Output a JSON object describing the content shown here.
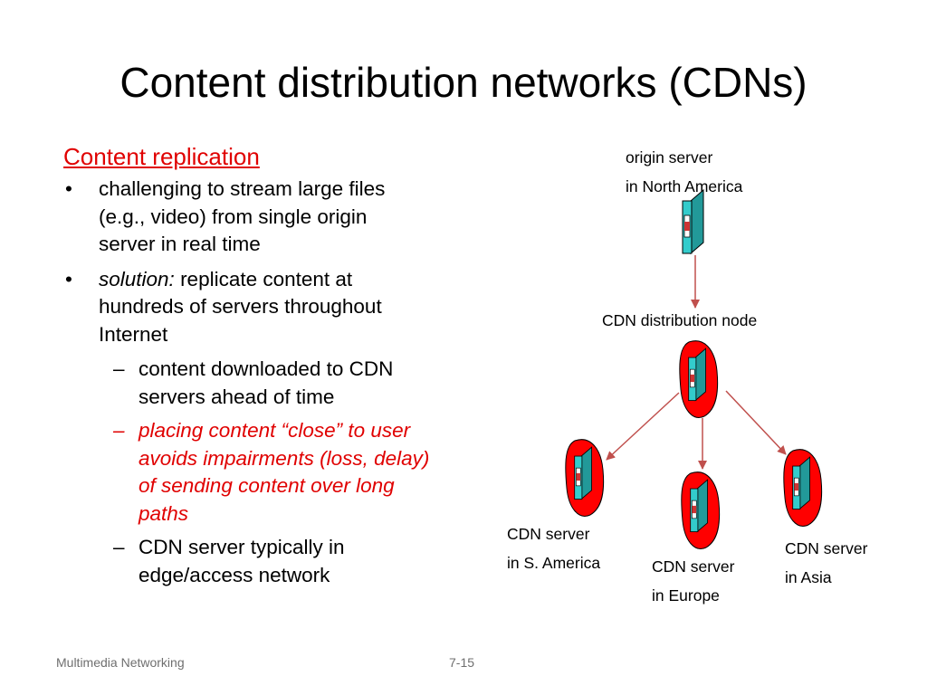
{
  "slide": {
    "title": "Content distribution networks (CDNs)",
    "heading": "Content replication",
    "bullets": [
      {
        "marker": "•",
        "line1": "challenging to stream large files",
        "line2": "(e.g., video) from single origin",
        "line3": "server in real time"
      },
      {
        "marker": "•",
        "italic": "solution:",
        "line1": " replicate content at",
        "line2": "hundreds of servers throughout",
        "line3": "Internet"
      }
    ],
    "subbullets": [
      {
        "marker": "–",
        "line1": "content downloaded to CDN",
        "line2": "servers ahead of time"
      },
      {
        "marker": "–",
        "line1": "placing content “close” to user",
        "line2": "avoids impairments (loss, delay)",
        "line3": "of sending content over long",
        "line4": "paths"
      },
      {
        "marker": "–",
        "line1": "CDN server typically in",
        "line2": "edge/access network"
      }
    ]
  },
  "diagram": {
    "origin": {
      "line1": "origin server",
      "line2": "in North America"
    },
    "distribution": {
      "line1": "CDN distribution node"
    },
    "south_america": {
      "line1": "CDN server",
      "line2": "in S. America"
    },
    "europe": {
      "line1": "CDN server",
      "line2": "in Europe"
    },
    "asia": {
      "line1": "CDN server",
      "line2": "in Asia"
    }
  },
  "footer": {
    "left": "Multimedia Networking",
    "page": "7-15"
  },
  "colors": {
    "accent_red": "#e00000",
    "server_teal": "#33cccc",
    "blob_red": "#ff0000",
    "arrow": "#c0504d"
  }
}
